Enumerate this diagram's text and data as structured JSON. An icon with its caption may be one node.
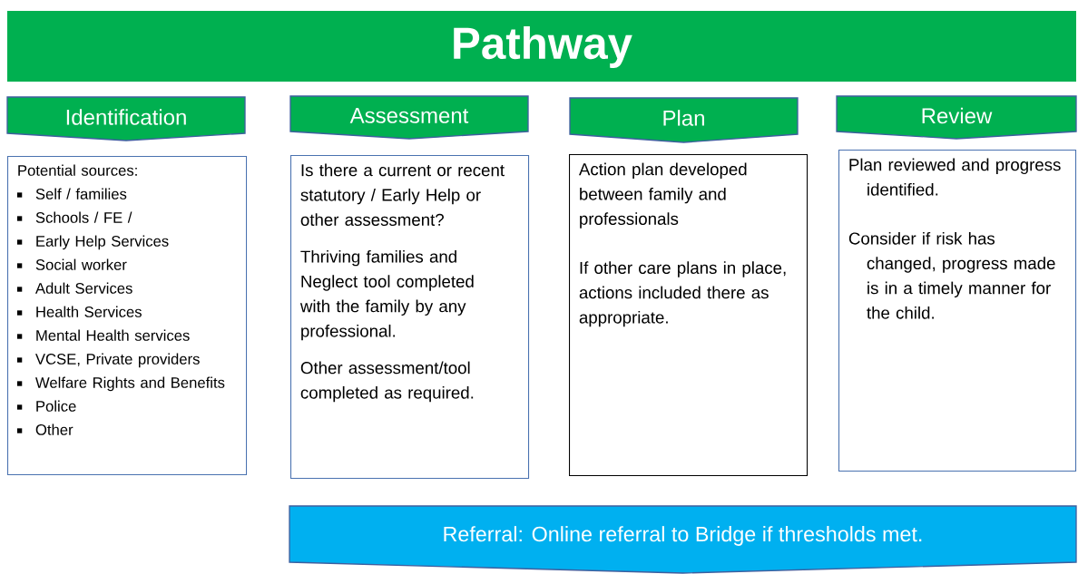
{
  "diagram": {
    "title": "Pathway",
    "nodes": [
      {
        "text": [
          "Identification"
        ]
      },
      {
        "text": [
          "Potential sources:",
          "Self / families",
          "Schools / FE /",
          "Early Help Services",
          "Social worker",
          "Adult Services",
          "Health Services",
          "Mental Health services",
          "VCSE, Private providers",
          "Welfare Rights and Benefits",
          "Police",
          "Other"
        ]
      },
      {
        "text": [
          "Assessment"
        ]
      },
      {
        "text": [
          "Is there a current or recent  statutory / Early Help or other assessment?",
          "Thriving families and Neglect tool completed with the family by any professional.",
          "Other assessment/tool completed as required."
        ]
      },
      {
        "text": [
          "Plan"
        ]
      },
      {
        "text": [
          "Action plan developed between family and professionals",
          "If other care plans in place, actions included there as appropriate."
        ]
      },
      {
        "text": [
          "Review"
        ]
      },
      {
        "text": [
          "Plan reviewed and progress identified.",
          "Consider if risk has changed, progress made is in a timely manner for the child."
        ]
      },
      {
        "text": [
          "Referral: Online referral to Bridge if thresholds met."
        ]
      }
    ],
    "edges": []
  }
}
